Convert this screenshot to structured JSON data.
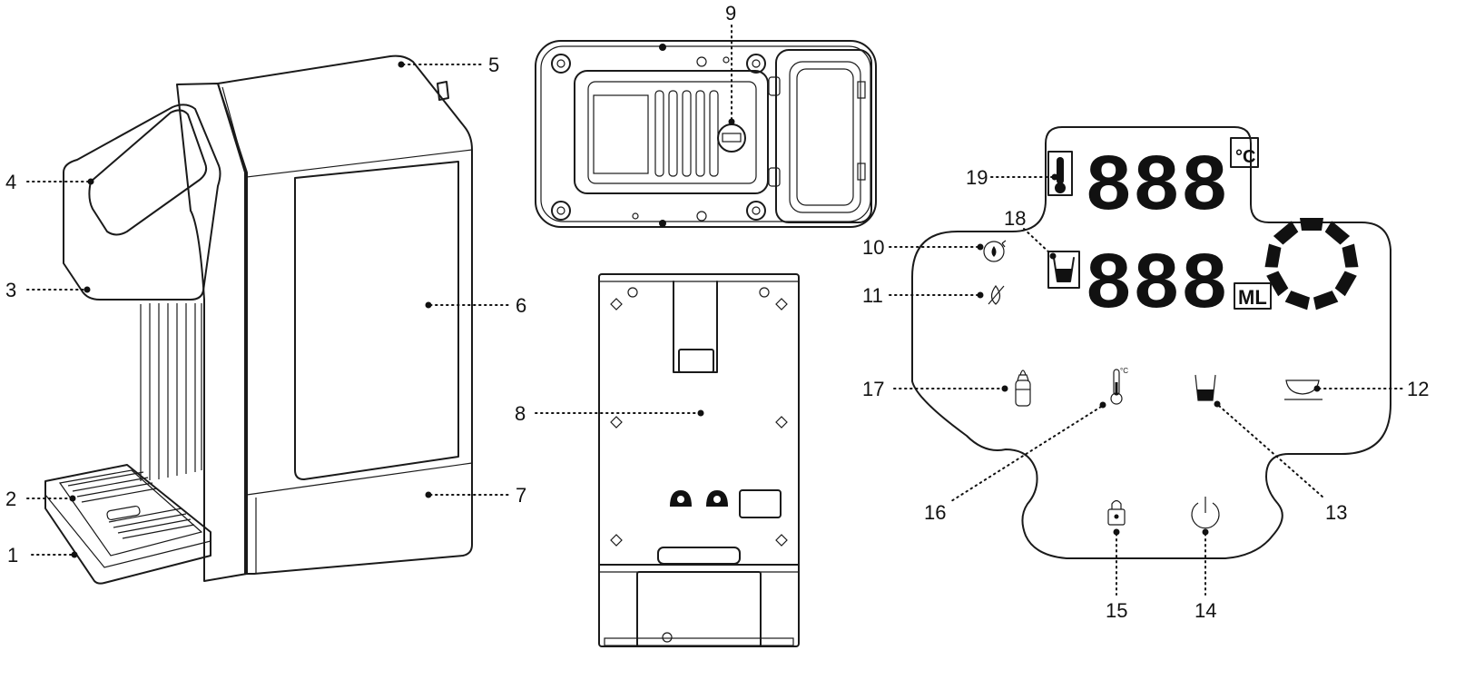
{
  "callouts": {
    "c1": "1",
    "c2": "2",
    "c3": "3",
    "c4": "4",
    "c5": "5",
    "c6": "6",
    "c7": "7",
    "c8": "8",
    "c9": "9",
    "c10": "10",
    "c11": "11",
    "c12": "12",
    "c13": "13",
    "c14": "14",
    "c15": "15",
    "c16": "16",
    "c17": "17",
    "c18": "18",
    "c19": "19"
  },
  "display": {
    "temperature_digits": "888",
    "temperature_unit": "°C",
    "volume_digits": "888",
    "volume_unit": "ML",
    "thermometer_unit_small": "°C"
  },
  "icons": [
    "thermometer-icon",
    "cup-level-icon",
    "descale-icon",
    "no-water-icon",
    "baby-bottle-icon",
    "temperature-button-icon",
    "volume-cup-icon",
    "coffee-cup-icon",
    "lock-icon",
    "power-icon",
    "progress-ring-icon"
  ]
}
